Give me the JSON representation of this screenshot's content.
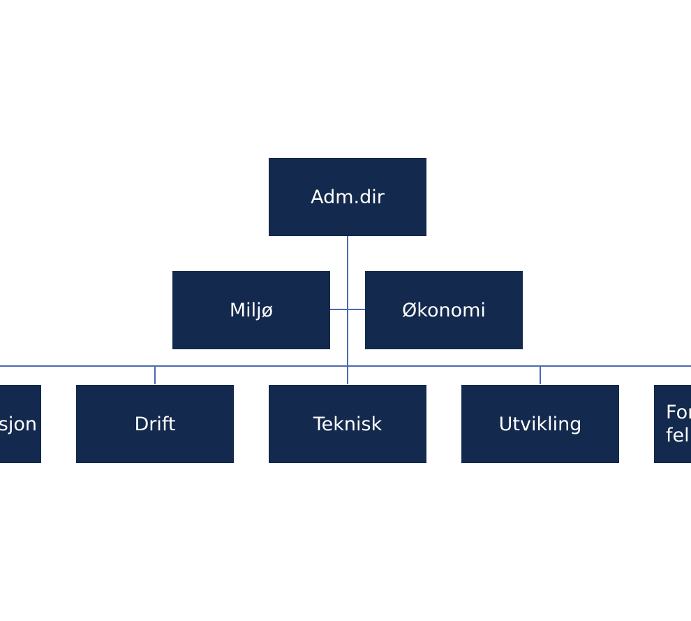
{
  "chart": {
    "top": "Adm.dir",
    "staff": [
      "Miljø",
      "Økonomi"
    ],
    "departments": [
      "sjon",
      "Drift",
      "Teknisk",
      "Utvikling"
    ],
    "partial_right": {
      "line1": "For",
      "line2": "fel"
    }
  },
  "colors": {
    "box_fill": "#13294d",
    "box_text": "#ffffff",
    "connector": "#4a6ab0"
  }
}
